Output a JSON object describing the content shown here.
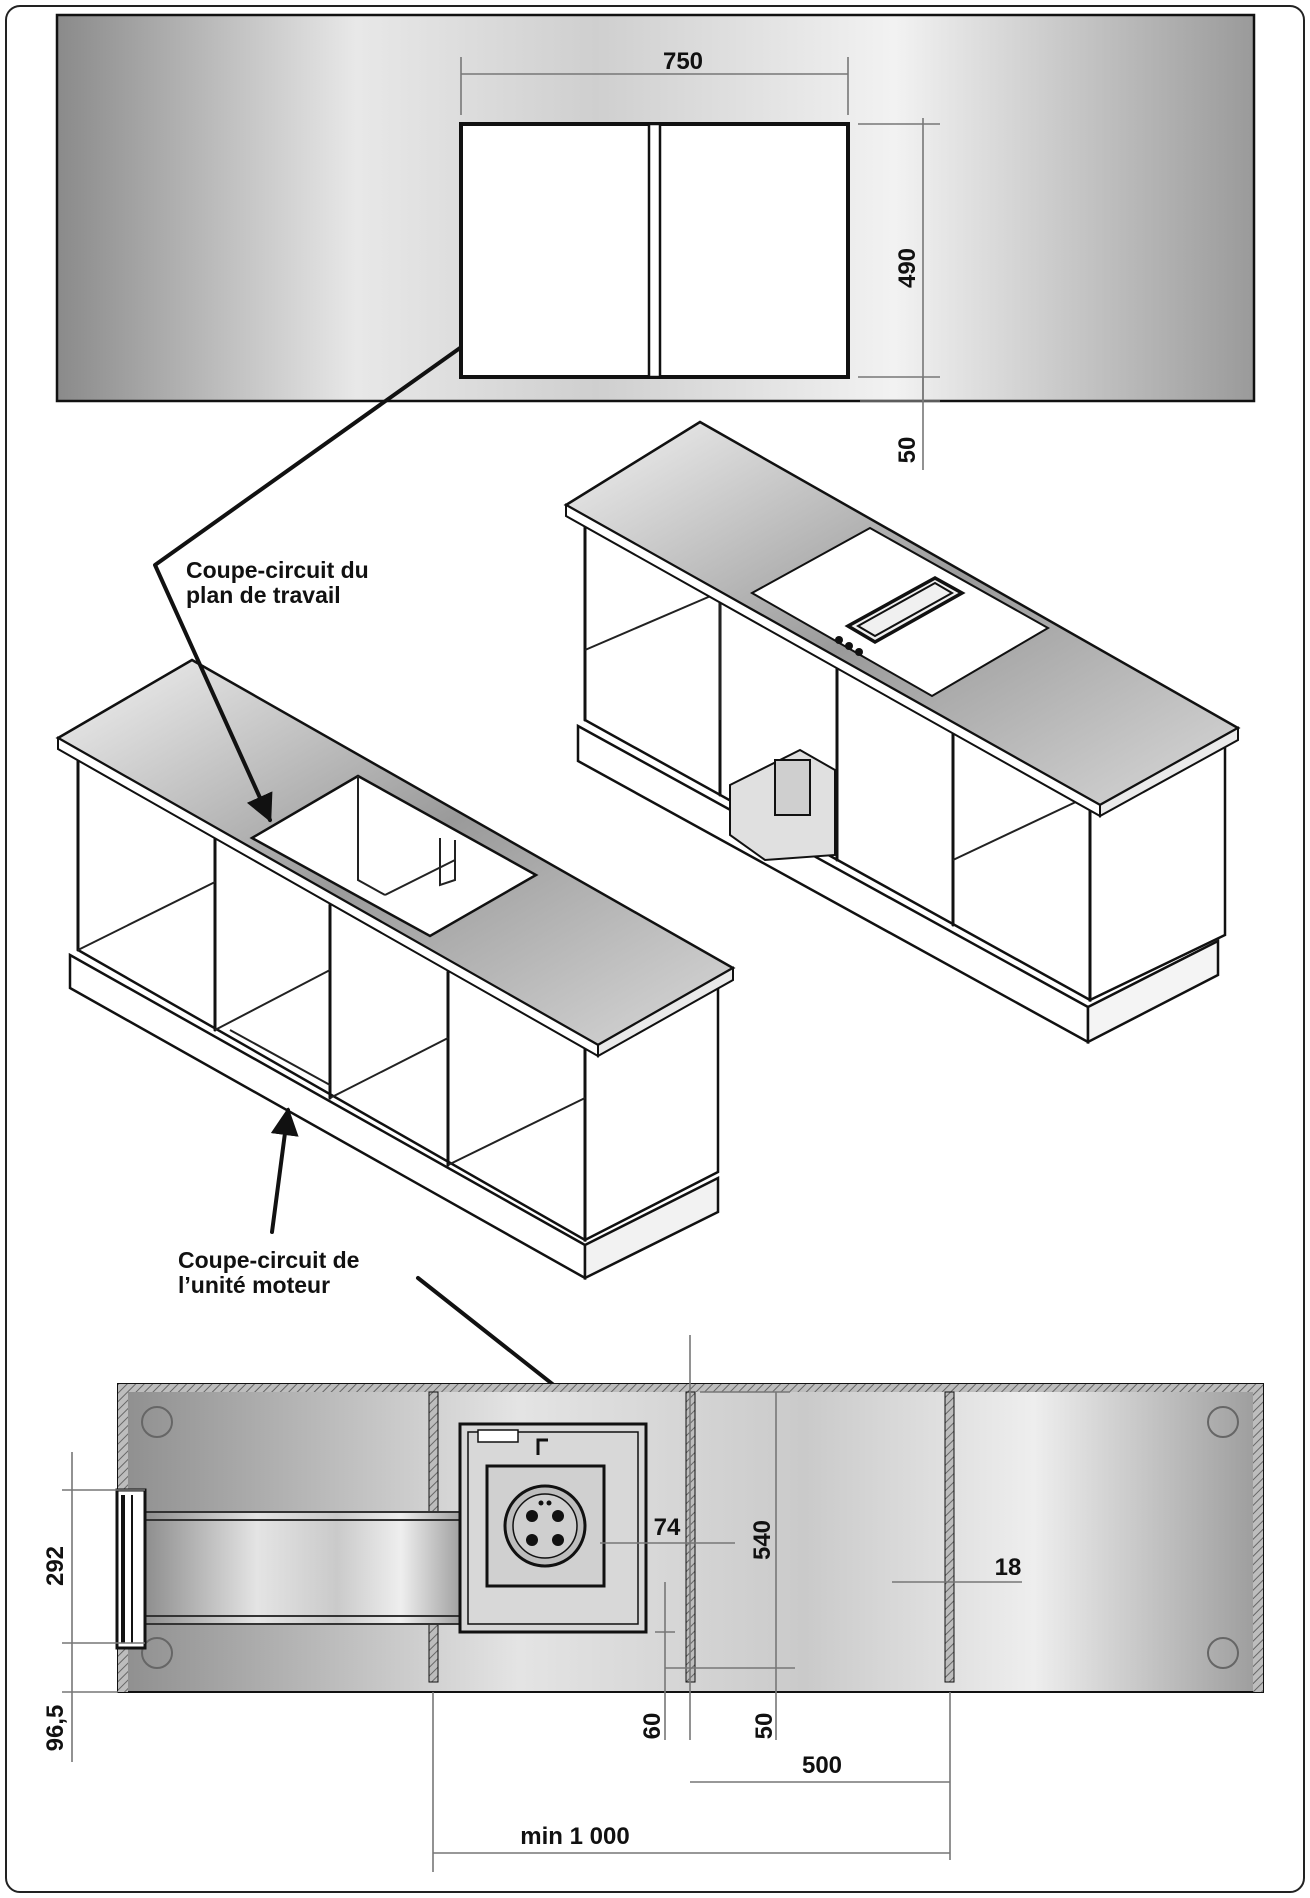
{
  "top_view": {
    "cutout_width": "750",
    "cutout_depth": "490",
    "edge_offset": "50"
  },
  "callouts": {
    "worktop_cutout": [
      "Coupe-circuit du",
      "plan de travail"
    ],
    "motor_cutout": [
      "Coupe-circuit de",
      "l’unité moteur"
    ]
  },
  "plan_view": {
    "height_292": "292",
    "offset_96_5": "96,5",
    "duct_74": "74",
    "depth_540": "540",
    "panel_18": "18",
    "gap_60": "60",
    "gap_50": "50",
    "width_500": "500",
    "min_width": "min 1 000"
  },
  "colors": {
    "line": "#111111",
    "dimension": "#777777",
    "panel_gradient_light": "#f2f2f2",
    "panel_gradient_dark": "#7d7d7d"
  }
}
